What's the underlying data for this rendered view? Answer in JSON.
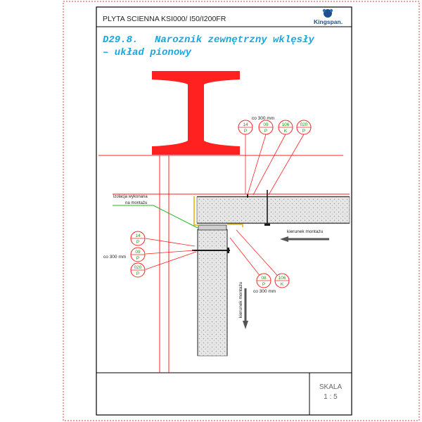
{
  "header": {
    "product_title": "PLYTA SCIENNA KSI000/ I50/I200FR",
    "logo_text": "Kingspan."
  },
  "drawing": {
    "code": "D29.8.",
    "title_line1": "Naroznik zewnętrzny wklęsły",
    "title_line2": "– układ pionowy",
    "title_color": "#1aa7e0",
    "steel_color": "#ff2020",
    "panel_color": "#e8e8e8"
  },
  "annotations": {
    "spacing_top": "co 300 mm",
    "spacing_left": "co 300 mm",
    "spacing_bottom": "co 300 mm",
    "insulation_line1": "izolacja wykonana",
    "insulation_line2": "na montażu",
    "direction_horizontal": "kierunek montażu",
    "direction_vertical": "kierunek montażu"
  },
  "callouts": [
    {
      "top": "14",
      "bottom": "P"
    },
    {
      "top": "09",
      "bottom": "P"
    },
    {
      "top": "106",
      "bottom": "K"
    },
    {
      "top": "020",
      "bottom": "P"
    },
    {
      "top": "14",
      "bottom": "P"
    },
    {
      "top": "09",
      "bottom": "P"
    },
    {
      "top": "020",
      "bottom": "P"
    },
    {
      "top": "08",
      "bottom": "P"
    },
    {
      "top": "106",
      "bottom": "K"
    }
  ],
  "scale": {
    "label": "SKALA",
    "value": "1 : 5"
  }
}
